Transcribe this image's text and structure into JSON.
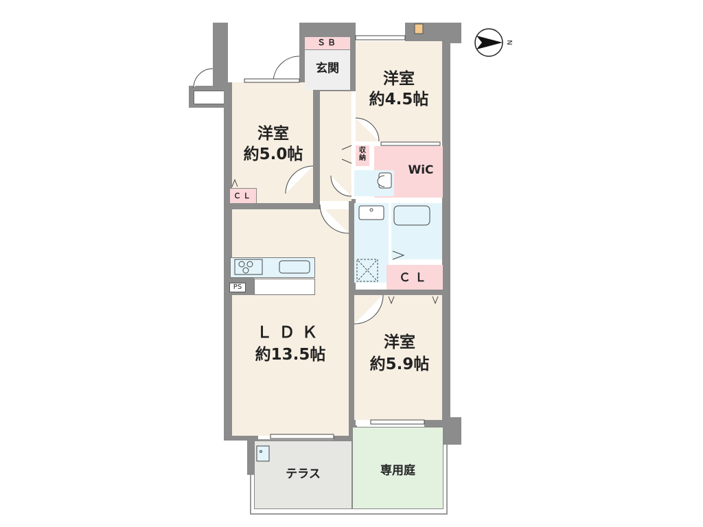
{
  "compass": {
    "direction_label": "N"
  },
  "rooms": {
    "entrance": {
      "name": "玄関"
    },
    "shoe_box": {
      "name": "ＳＢ"
    },
    "western_room_1": {
      "name": "洋室",
      "size": "約4.5帖"
    },
    "western_room_2": {
      "name": "洋室",
      "size": "約5.0帖"
    },
    "western_room_3": {
      "name": "洋室",
      "size": "約5.9帖"
    },
    "ldk": {
      "name": "ＬＤＫ",
      "size": "約13.5帖"
    },
    "closet_1": {
      "name": "ＣＬ"
    },
    "closet_2": {
      "name": "ＣＬ"
    },
    "storage": {
      "name": "収納"
    },
    "walk_in_closet": {
      "name": "WiC"
    },
    "pipe_space": {
      "name": "PS"
    },
    "terrace": {
      "name": "テラス"
    },
    "private_garden": {
      "name": "専用庭"
    }
  },
  "colors": {
    "wall": "#8c8c8c",
    "room": "#f7efe2",
    "closet": "#fbd7da",
    "wet_area": "#e3f5fb",
    "entrance": "#efefef",
    "terrace": "#e6e6e2",
    "garden": "#e2f2df"
  }
}
